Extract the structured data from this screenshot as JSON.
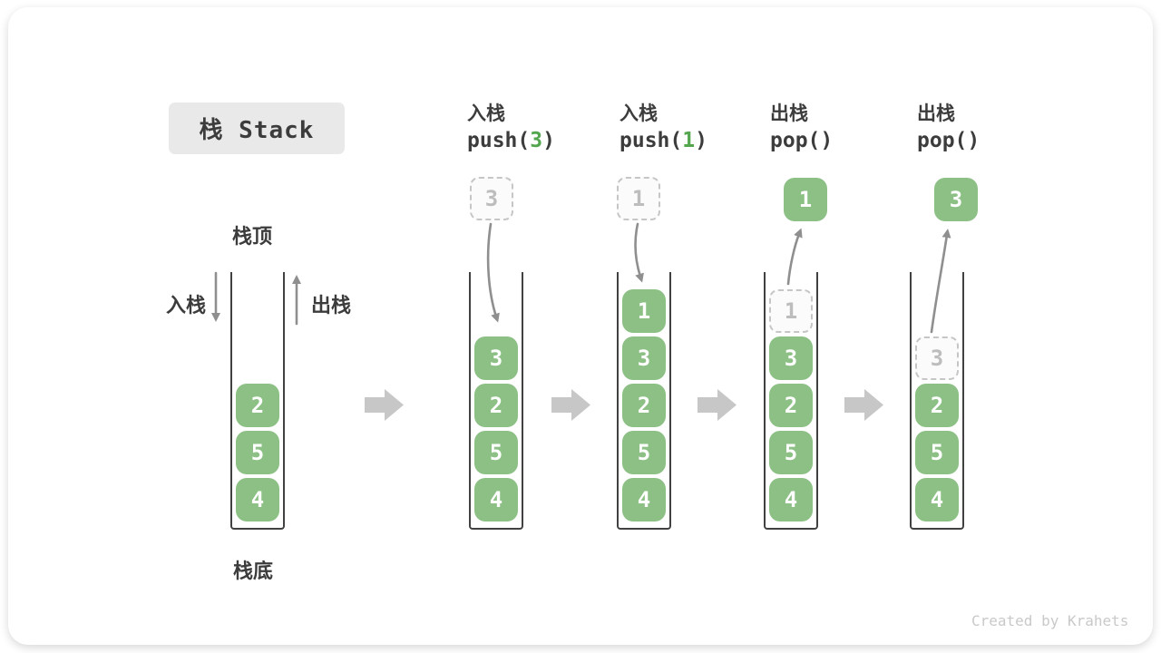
{
  "title": "栈 Stack",
  "labels": {
    "stack_top": "栈顶",
    "stack_bottom": "栈底",
    "push_side": "入栈",
    "pop_side": "出栈"
  },
  "steps": [
    {
      "op": "入栈",
      "code_pre": "push(",
      "code_arg": "3",
      "code_post": ")",
      "floating": "3",
      "floating_style": "dashed"
    },
    {
      "op": "入栈",
      "code_pre": "push(",
      "code_arg": "1",
      "code_post": ")",
      "floating": "1",
      "floating_style": "dashed"
    },
    {
      "op": "出栈",
      "code_pre": "pop()",
      "code_arg": "",
      "code_post": "",
      "floating": "1",
      "floating_style": "solid"
    },
    {
      "op": "出栈",
      "code_pre": "pop()",
      "code_arg": "",
      "code_post": "",
      "floating": "3",
      "floating_style": "solid"
    }
  ],
  "stacks": [
    {
      "cells": [
        "2",
        "5",
        "4"
      ]
    },
    {
      "cells": [
        "3",
        "2",
        "5",
        "4"
      ]
    },
    {
      "cells": [
        "1",
        "3",
        "2",
        "5",
        "4"
      ]
    },
    {
      "ghost": "1",
      "cells": [
        "3",
        "2",
        "5",
        "4"
      ]
    },
    {
      "ghost": "3",
      "cells": [
        "2",
        "5",
        "4"
      ]
    }
  ],
  "watermark": "Created by Krahets",
  "colors": {
    "cell_green": "#8cc085",
    "code_arg_green": "#53a64e",
    "dark_text": "#3c3c3c",
    "thin_arrow_gray": "#8f8f8f",
    "block_arrow_gray": "#c7c7c7",
    "ghost_border": "#c6c6c6",
    "ghost_text": "#bdbdbd",
    "title_bg": "#e9e9e9",
    "stack_wall": "#414141",
    "watermark_gray": "#c9c9c9"
  }
}
